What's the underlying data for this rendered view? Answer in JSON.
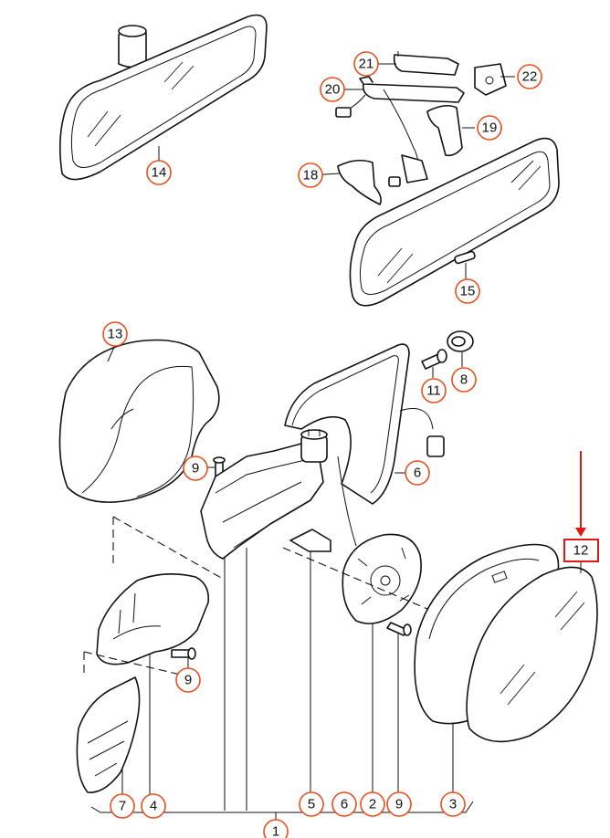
{
  "diagram": {
    "callouts": [
      {
        "id": "c1",
        "label": "1"
      },
      {
        "id": "c2",
        "label": "2"
      },
      {
        "id": "c3",
        "label": "3"
      },
      {
        "id": "c4",
        "label": "4"
      },
      {
        "id": "c5",
        "label": "5"
      },
      {
        "id": "c6a",
        "label": "6"
      },
      {
        "id": "c6b",
        "label": "6"
      },
      {
        "id": "c7",
        "label": "7"
      },
      {
        "id": "c8",
        "label": "8"
      },
      {
        "id": "c9a",
        "label": "9"
      },
      {
        "id": "c9b",
        "label": "9"
      },
      {
        "id": "c9c",
        "label": "9"
      },
      {
        "id": "c11",
        "label": "11"
      },
      {
        "id": "c12",
        "label": "12"
      },
      {
        "id": "c13",
        "label": "13"
      },
      {
        "id": "c14",
        "label": "14"
      },
      {
        "id": "c15",
        "label": "15"
      },
      {
        "id": "c18",
        "label": "18"
      },
      {
        "id": "c19",
        "label": "19"
      },
      {
        "id": "c20",
        "label": "20"
      },
      {
        "id": "c21",
        "label": "21"
      },
      {
        "id": "c22",
        "label": "22"
      }
    ],
    "colors": {
      "callout_ring": "#e8501e",
      "highlight": "#e01818",
      "line": "#111111"
    }
  }
}
